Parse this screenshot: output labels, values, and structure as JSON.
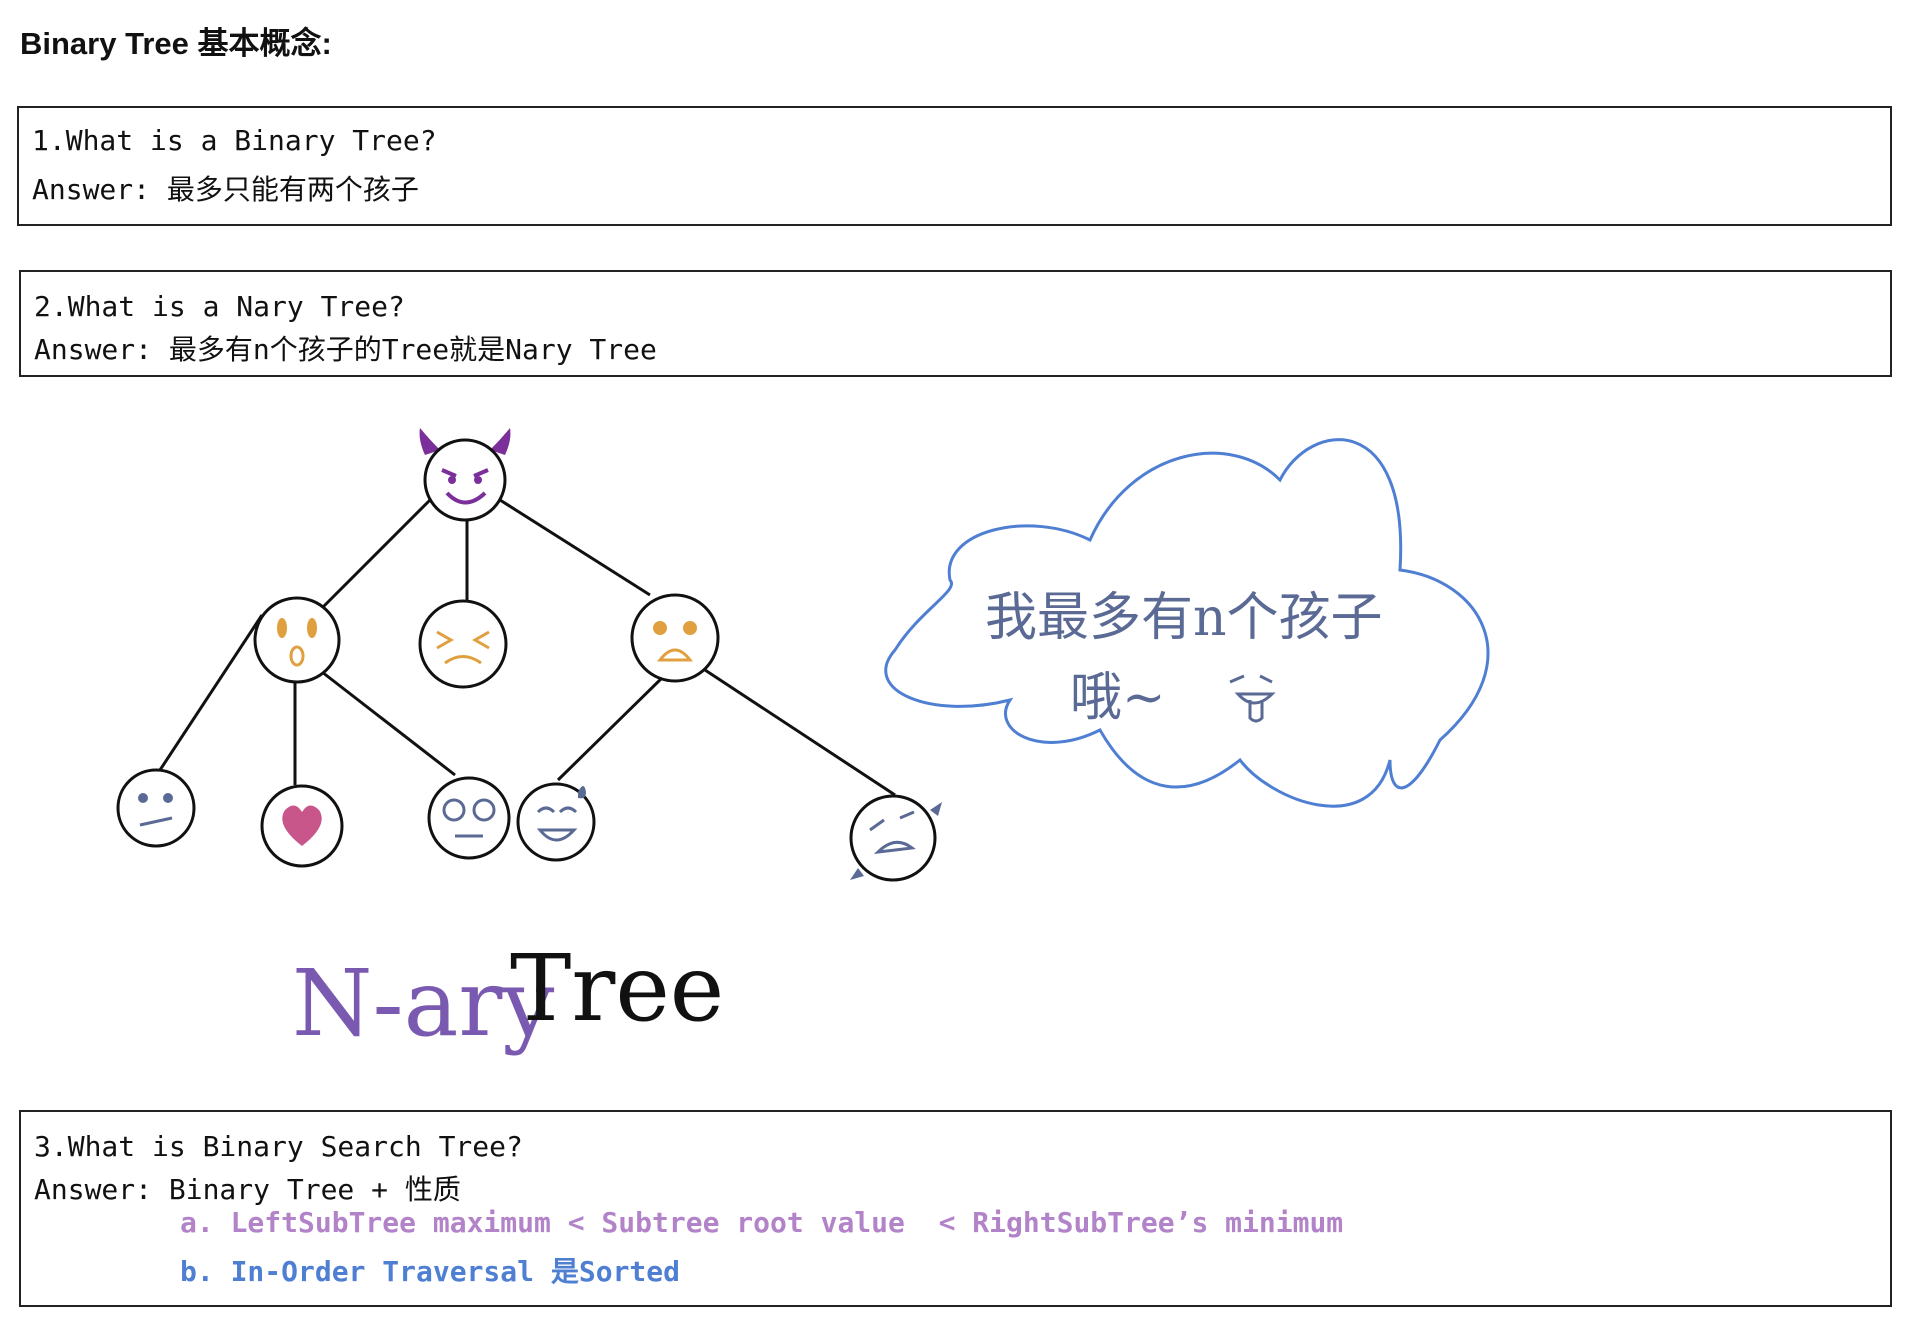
{
  "page": {
    "title": "Binary Tree 基本概念:"
  },
  "q1": {
    "question": "1.What is a Binary Tree?",
    "answer": "Answer: 最多只能有两个孩子"
  },
  "q2": {
    "question": "2.What is a Nary Tree?",
    "answer": "Answer: 最多有n个孩子的Tree就是Nary Tree"
  },
  "q3": {
    "question": "3.What is Binary Search Tree?",
    "answer": "Answer: Binary Tree + 性质",
    "point_a": "a. LeftSubTree maximum < Subtree root value  < RightSubTree’s minimum",
    "point_b": "b. In-Order Traversal 是Sorted"
  },
  "illustration": {
    "caption_n": "N-ary",
    "caption_tree": "Tree",
    "speech_line1": "我最多有n个孩子",
    "speech_line2": "哦~",
    "colors": {
      "root": "#7b2f9a",
      "orange": "#e0a040",
      "slate": "#5a6a94",
      "heart": "#c9568a",
      "cloud": "#4f7fd3",
      "caption": "#7a5ab0"
    }
  }
}
